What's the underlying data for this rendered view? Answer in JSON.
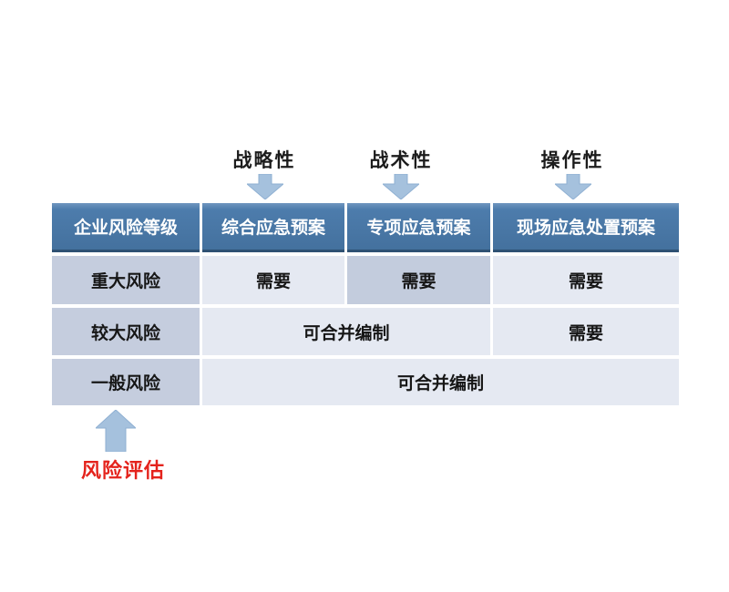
{
  "annotations": {
    "top": [
      {
        "label": "战略性"
      },
      {
        "label": "战术性"
      },
      {
        "label": "操作性"
      }
    ],
    "bottom": {
      "label": "风险评估"
    }
  },
  "table": {
    "header": {
      "risk_level": "企业风险等级",
      "comprehensive": "综合应急预案",
      "special": "专项应急预案",
      "onsite": "现场应急处置预案"
    },
    "rows": [
      {
        "level": "重大风险",
        "comprehensive": "需要",
        "special": "需要",
        "onsite": "需要"
      },
      {
        "level": "较大风险",
        "merged_comprehensive_special": "可合并编制",
        "onsite": "需要"
      },
      {
        "level": "一般风险",
        "merged_all": "可合并编制"
      }
    ]
  },
  "colors": {
    "header_background": "#44719e",
    "header_text": "#ffffff",
    "level_cell_background": "#c5cdde",
    "value_cell_background": "#e5e9f2",
    "highlight_cell_background": "#c3ccdd",
    "arrow_fill": "#a5c1dd",
    "arrow_stroke": "#8fb0d2",
    "bottom_label_color": "#e4231c"
  }
}
